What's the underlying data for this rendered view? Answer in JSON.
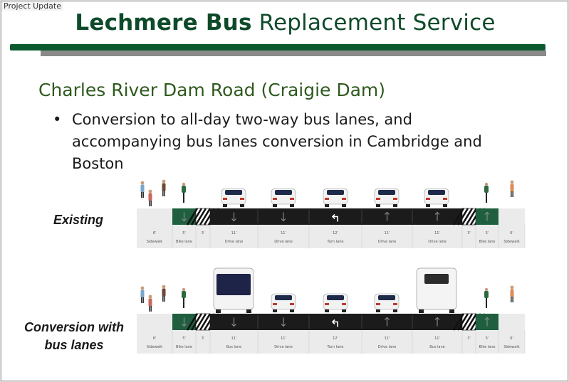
{
  "header": {
    "tag": "Project Update",
    "title_bold": "Lechmere Bus",
    "title_rest": "Replacement Service"
  },
  "content": {
    "subtitle": "Charles River Dam Road (Craigie Dam)",
    "bullet": "Conversion to all-day two-way bus lanes, and accompanying bus lanes conversion in Cambridge and Boston"
  },
  "colors": {
    "brand_green": "#0e5a2f",
    "bike_lane": "#1f5f3f",
    "roadway": "#1b1b1b",
    "sidewalk": "#ebebeb"
  },
  "existing": {
    "label": "Existing",
    "segments": [
      {
        "width": "6'",
        "label": "Sidewalk"
      },
      {
        "width": "5'",
        "label": "Bike lane"
      },
      {
        "width": "3'",
        "label": ""
      },
      {
        "width": "11'",
        "label": "Drive lane"
      },
      {
        "width": "11'",
        "label": "Drive lane"
      },
      {
        "width": "12'",
        "label": "Turn lane"
      },
      {
        "width": "11'",
        "label": "Drive lane"
      },
      {
        "width": "11'",
        "label": "Drive lane"
      },
      {
        "width": "3'",
        "label": ""
      },
      {
        "width": "5'",
        "label": "Bike lane"
      },
      {
        "width": "6'",
        "label": "Sidewalk"
      }
    ]
  },
  "proposed": {
    "label_line1": "Conversion with",
    "label_line2": "bus lanes",
    "segments": [
      {
        "width": "6'",
        "label": "Sidewalk"
      },
      {
        "width": "5'",
        "label": "Bike lane"
      },
      {
        "width": "3'",
        "label": ""
      },
      {
        "width": "11'",
        "label": "Bus lane"
      },
      {
        "width": "11'",
        "label": "Drive lane"
      },
      {
        "width": "12'",
        "label": "Turn lane"
      },
      {
        "width": "11'",
        "label": "Drive lane"
      },
      {
        "width": "11'",
        "label": "Bus lane"
      },
      {
        "width": "3'",
        "label": ""
      },
      {
        "width": "5'",
        "label": "Bike lane"
      },
      {
        "width": "6'",
        "label": "Sidewalk"
      }
    ]
  }
}
